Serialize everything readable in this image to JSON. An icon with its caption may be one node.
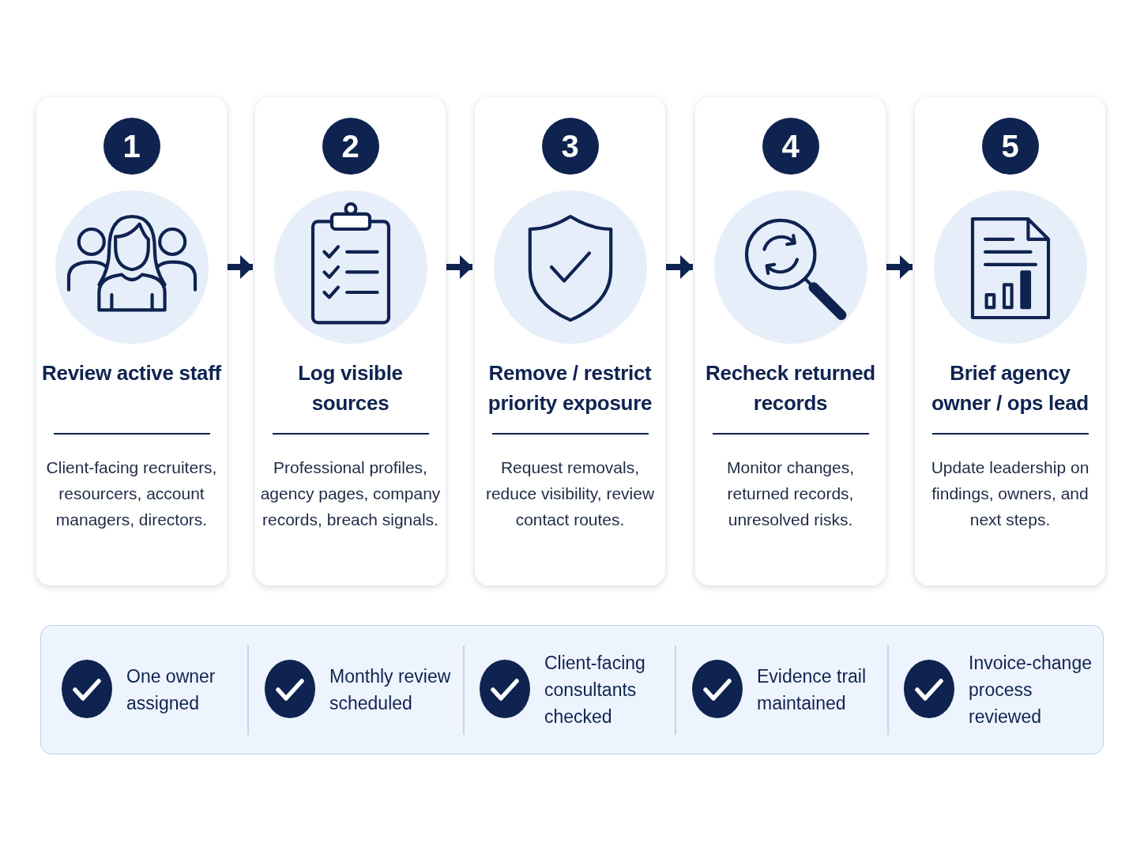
{
  "diagram": {
    "nodes": [
      {
        "text": [
          "1",
          "Review active staff",
          "Client-facing recruiters, resourcers, account managers, directors."
        ]
      },
      {
        "text": [
          "2",
          "Log visible sources",
          "Professional profiles, agency pages, company records, breach signals."
        ]
      },
      {
        "text": [
          "3",
          "Remove / restrict priority exposure",
          "Request removals, reduce visibility, review contact routes."
        ]
      },
      {
        "text": [
          "4",
          "Recheck returned records",
          "Monitor changes, returned records, unresolved risks."
        ]
      },
      {
        "text": [
          "5",
          "Brief agency owner / ops lead",
          "Update leadership on findings, owners, and next steps."
        ]
      }
    ],
    "edges": [
      {
        "from": 0,
        "to": 1,
        "arrow": "to"
      },
      {
        "from": 1,
        "to": 2,
        "arrow": "to"
      },
      {
        "from": 2,
        "to": 3,
        "arrow": "to"
      },
      {
        "from": 3,
        "to": 4,
        "arrow": "to"
      }
    ],
    "labels": [
      "One owner assigned",
      "Monthly review scheduled",
      "Client-facing consultants checked",
      "Evidence trail maintained",
      "Invoice-change process reviewed"
    ]
  }
}
